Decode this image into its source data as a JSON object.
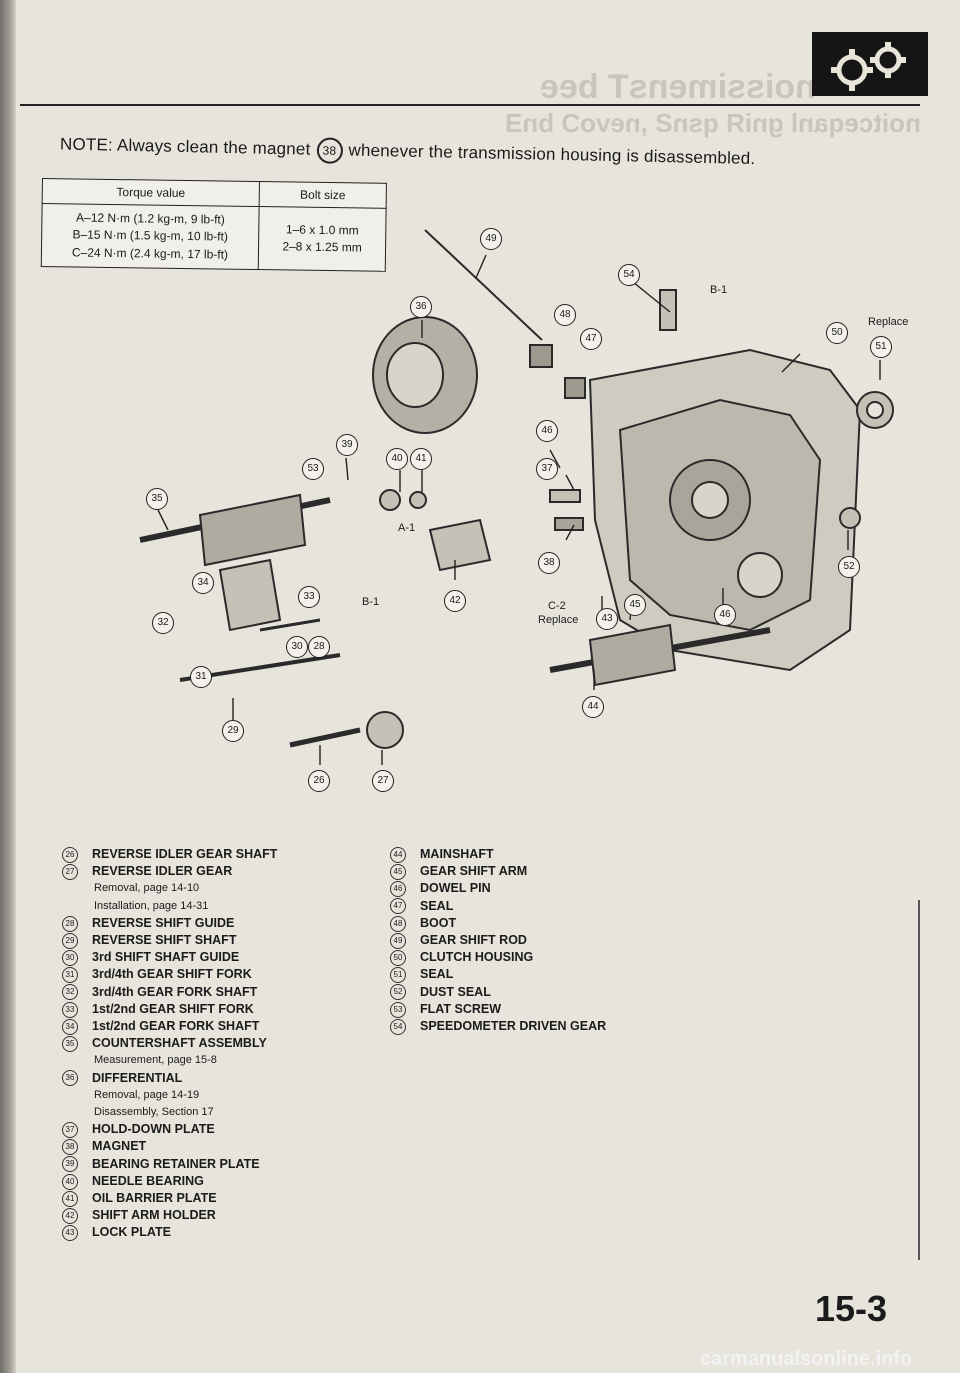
{
  "note": {
    "prefix": "NOTE: Always clean the magnet",
    "ref": "38",
    "suffix": "whenever the transmission housing is disassembled."
  },
  "torque_table": {
    "headers": [
      "Torque value",
      "Bolt size"
    ],
    "torque_rows": [
      "A–12 N·m (1.2 kg-m, 9 lb-ft)",
      "B–15 N·m (1.5 kg-m, 10 lb-ft)",
      "C–24 N·m (2.4 kg-m, 17 lb-ft)"
    ],
    "bolt_rows": [
      "1–6 x 1.0 mm",
      "2–8 x 1.25 mm"
    ]
  },
  "diagram": {
    "callouts": [
      "26",
      "27",
      "28",
      "29",
      "30",
      "31",
      "32",
      "33",
      "34",
      "35",
      "36",
      "37",
      "38",
      "39",
      "40",
      "41",
      "42",
      "43",
      "44",
      "45",
      "46",
      "46",
      "47",
      "48",
      "49",
      "50",
      "51",
      "52",
      "53",
      "54"
    ],
    "tags": {
      "b1_top": "B-1",
      "b1_mid": "B-1",
      "a1": "A-1",
      "c2": "C-2",
      "replace_top": "Replace",
      "replace_bottom": "Replace"
    }
  },
  "legend_left": [
    {
      "num": "26",
      "label": "REVERSE IDLER GEAR SHAFT"
    },
    {
      "num": "27",
      "label": "REVERSE IDLER GEAR",
      "sub": [
        "Removal, page 14-10",
        "Installation, page 14-31"
      ]
    },
    {
      "num": "28",
      "label": "REVERSE SHIFT GUIDE"
    },
    {
      "num": "29",
      "label": "REVERSE SHIFT SHAFT"
    },
    {
      "num": "30",
      "label": "3rd SHIFT SHAFT GUIDE"
    },
    {
      "num": "31",
      "label": "3rd/4th GEAR SHIFT FORK"
    },
    {
      "num": "32",
      "label": "3rd/4th GEAR FORK SHAFT"
    },
    {
      "num": "33",
      "label": "1st/2nd GEAR SHIFT FORK"
    },
    {
      "num": "34",
      "label": "1st/2nd GEAR FORK SHAFT"
    },
    {
      "num": "35",
      "label": "COUNTERSHAFT ASSEMBLY",
      "sub": [
        "Measurement, page 15-8"
      ]
    },
    {
      "num": "36",
      "label": "DIFFERENTIAL",
      "sub": [
        "Removal, page 14-19",
        "Disassembly, Section 17"
      ]
    },
    {
      "num": "37",
      "label": "HOLD-DOWN PLATE"
    },
    {
      "num": "38",
      "label": "MAGNET"
    },
    {
      "num": "39",
      "label": "BEARING RETAINER PLATE"
    },
    {
      "num": "40",
      "label": "NEEDLE BEARING"
    },
    {
      "num": "41",
      "label": "OIL BARRIER PLATE"
    },
    {
      "num": "42",
      "label": "SHIFT ARM HOLDER"
    },
    {
      "num": "43",
      "label": "LOCK PLATE"
    }
  ],
  "legend_right": [
    {
      "num": "44",
      "label": "MAINSHAFT"
    },
    {
      "num": "45",
      "label": "GEAR SHIFT ARM"
    },
    {
      "num": "46",
      "label": "DOWEL PIN"
    },
    {
      "num": "47",
      "label": "SEAL"
    },
    {
      "num": "48",
      "label": "BOOT"
    },
    {
      "num": "49",
      "label": "GEAR SHIFT ROD"
    },
    {
      "num": "50",
      "label": "CLUTCH HOUSING"
    },
    {
      "num": "51",
      "label": "SEAL"
    },
    {
      "num": "52",
      "label": "DUST SEAL"
    },
    {
      "num": "53",
      "label": "FLAT SCREW"
    },
    {
      "num": "54",
      "label": "SPEEDOMETER DRIVEN GEAR"
    }
  ],
  "page_number": "15-3",
  "watermark": "carmanualsonline.info"
}
